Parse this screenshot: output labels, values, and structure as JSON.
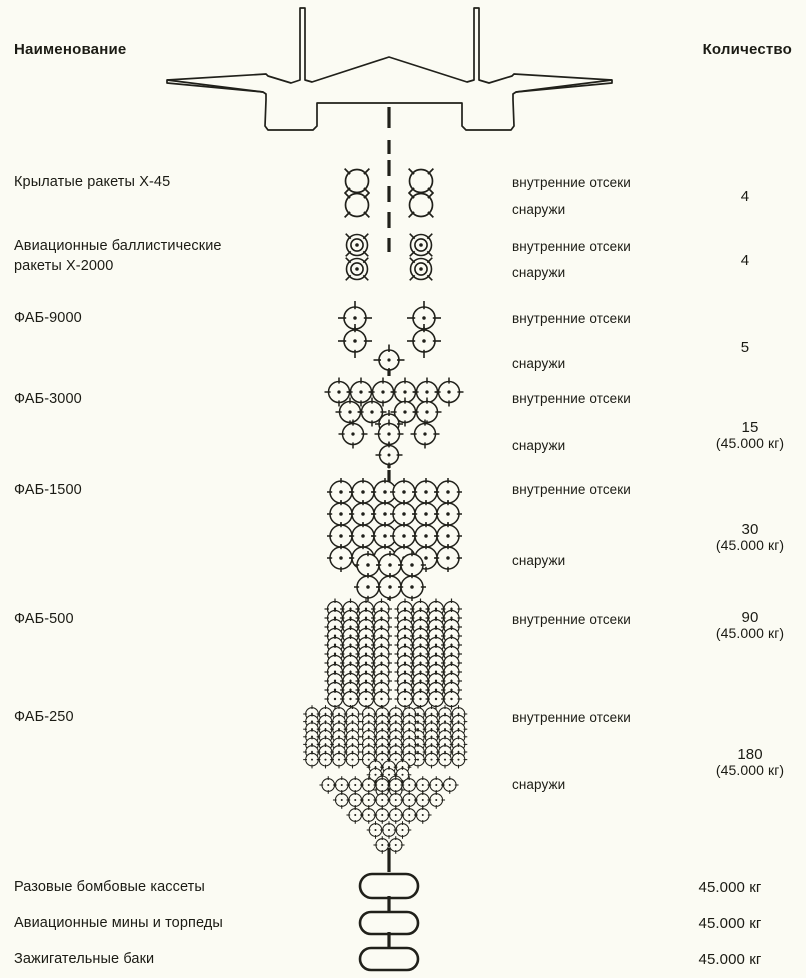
{
  "table": {
    "header_left": "Наименование",
    "header_right": "Количество"
  },
  "rows": [
    {
      "name": "Крылатые ракеты Х-45",
      "name_line2": "",
      "placements": [
        "внутренние отсеки",
        "снаружи"
      ],
      "quantity": "4",
      "quantity_sub": ""
    },
    {
      "name": "Авиационные баллистические",
      "name_line2": "ракеты Х-2000",
      "placements": [
        "внутренние отсеки",
        "снаружи"
      ],
      "quantity": "4",
      "quantity_sub": ""
    },
    {
      "name": "ФАБ-9000",
      "name_line2": "",
      "placements": [
        "внутренние отсеки",
        "снаружи"
      ],
      "quantity": "5",
      "quantity_sub": ""
    },
    {
      "name": "ФАБ-3000",
      "name_line2": "",
      "placements": [
        "внутренние отсеки",
        "снаружи"
      ],
      "quantity": "15",
      "quantity_sub": "(45.000 кг)"
    },
    {
      "name": "ФАБ-1500",
      "name_line2": "",
      "placements": [
        "внутренние отсеки",
        "снаружи"
      ],
      "quantity": "30",
      "quantity_sub": "(45.000 кг)"
    },
    {
      "name": "ФАБ-500",
      "name_line2": "",
      "placements": [
        "внутренние отсеки",
        ""
      ],
      "quantity": "90",
      "quantity_sub": "(45.000 кг)"
    },
    {
      "name": "ФАБ-250",
      "name_line2": "",
      "placements": [
        "внутренние отсеки",
        "снаружи"
      ],
      "quantity": "180",
      "quantity_sub": "(45.000 кг)"
    },
    {
      "name": "Разовые бомбовые кассеты",
      "name_line2": "",
      "placements": [
        "",
        ""
      ],
      "quantity": "45.000 кг",
      "quantity_sub": ""
    },
    {
      "name": "Авиационные мины и торпеды",
      "name_line2": "",
      "placements": [
        "",
        ""
      ],
      "quantity": "45.000 кг",
      "quantity_sub": ""
    },
    {
      "name": "Зажигательные баки",
      "name_line2": "",
      "placements": [
        "",
        ""
      ],
      "quantity": "45.000 кг",
      "quantity_sub": ""
    }
  ],
  "colors": {
    "background": "#fbfbf3",
    "ink": "#20201a"
  }
}
